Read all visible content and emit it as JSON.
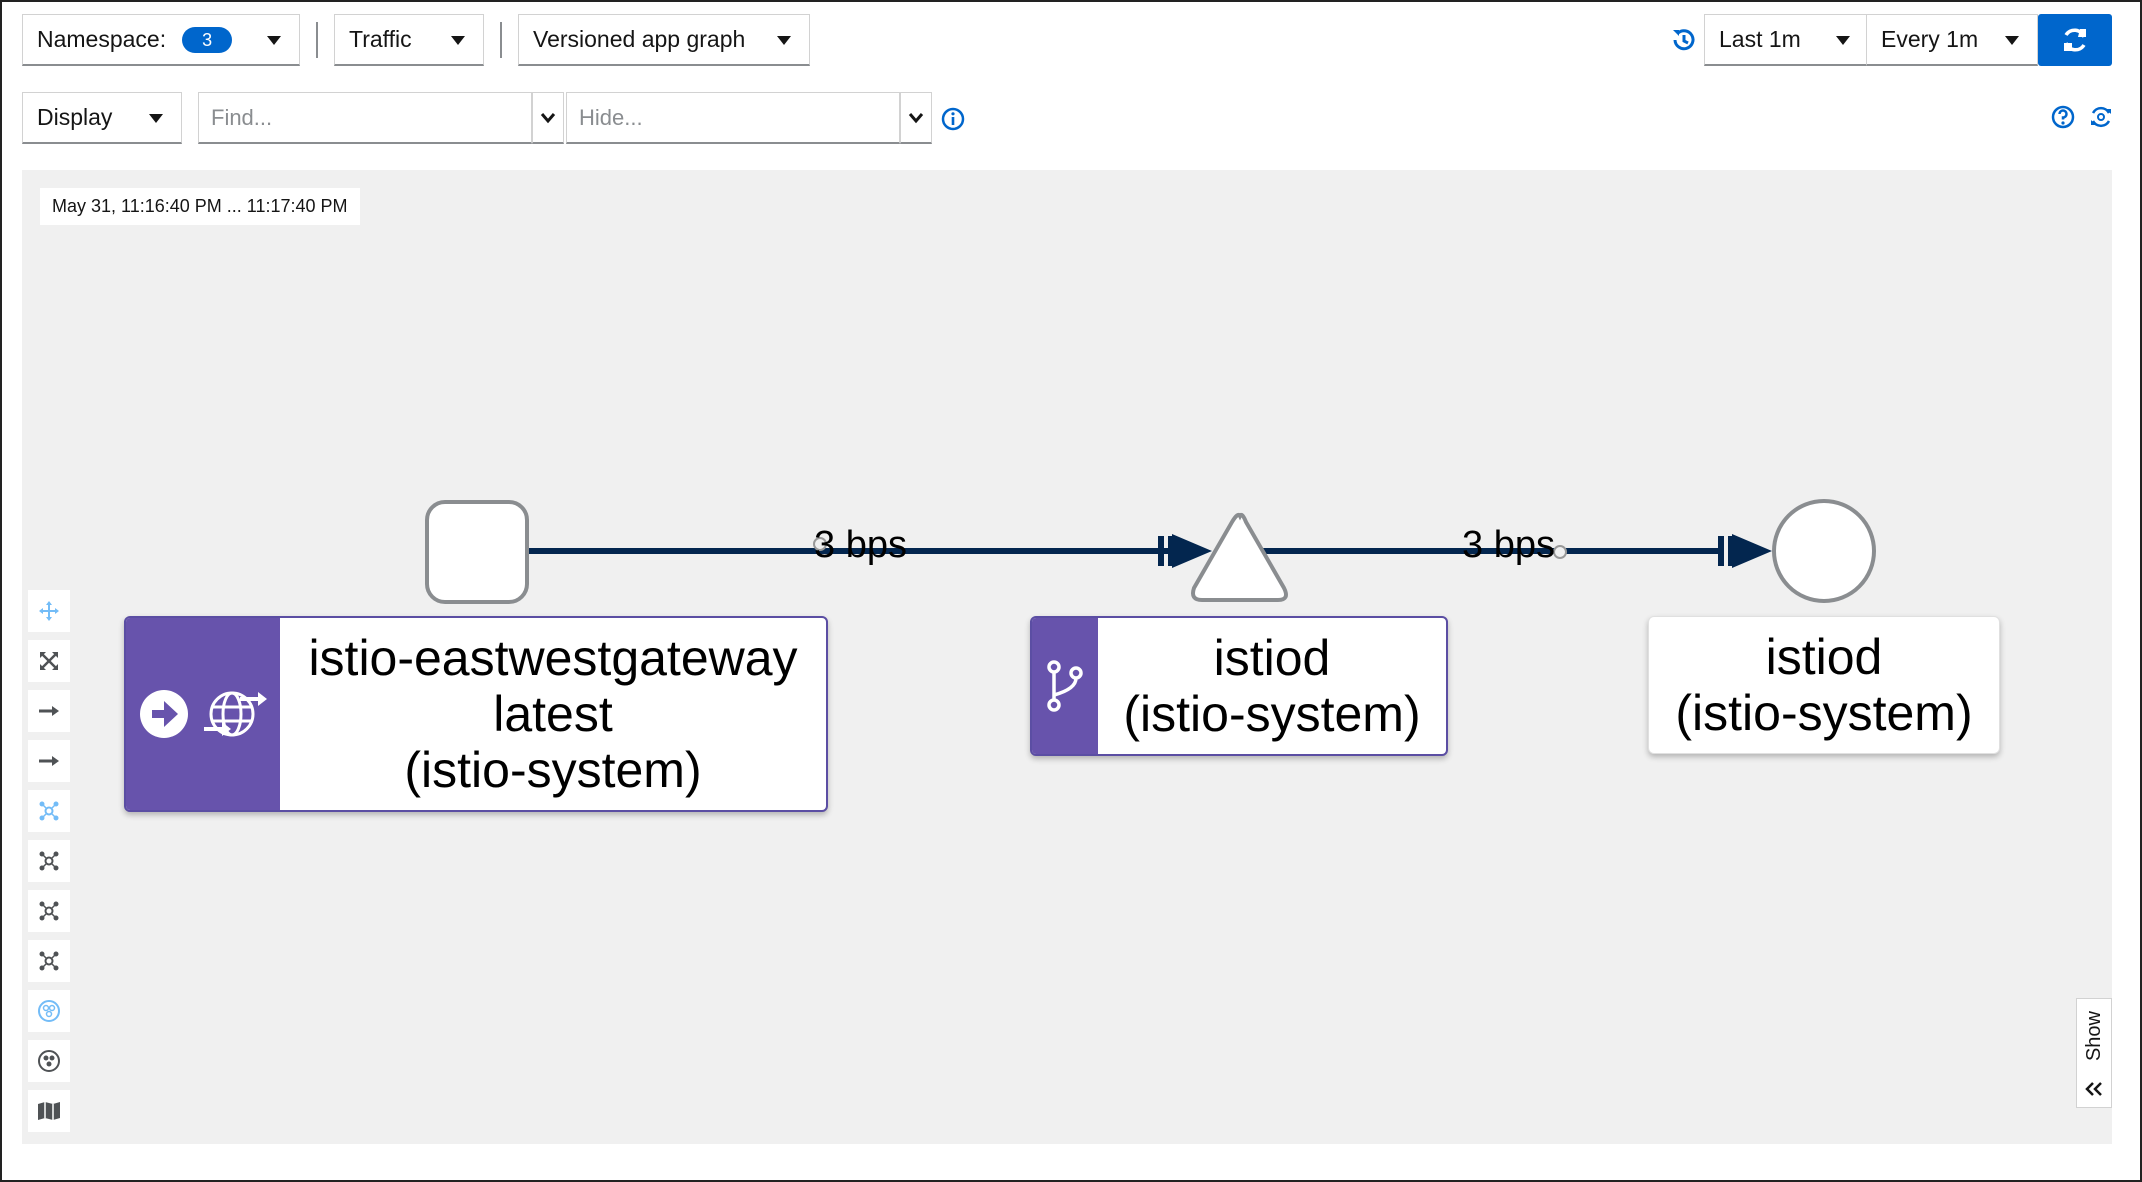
{
  "toolbar": {
    "namespace_label": "Namespace:",
    "namespace_count": "3",
    "traffic_label": "Traffic",
    "graph_type_label": "Versioned app graph",
    "duration_label": "Last 1m",
    "refresh_interval_label": "Every 1m",
    "display_label": "Display",
    "find_placeholder": "Find...",
    "hide_placeholder": "Hide..."
  },
  "graph": {
    "timestamp": "May 31, 11:16:40 PM ... 11:17:40 PM",
    "edges": [
      {
        "label": "3 bps"
      },
      {
        "label": "3 bps"
      }
    ],
    "nodes": [
      {
        "line1": "istio-eastwestgateway",
        "line2": "latest",
        "line3": "(istio-system)"
      },
      {
        "line1": "istiod",
        "line2": "(istio-system)"
      },
      {
        "line1": "istiod",
        "line2": "(istio-system)"
      }
    ]
  },
  "side_panel": {
    "show_label": "Show"
  },
  "colors": {
    "accent": "#0066cc",
    "edge": "#03264f",
    "node_badge": "#6753ac",
    "graph_bg": "#f0f0f0"
  }
}
